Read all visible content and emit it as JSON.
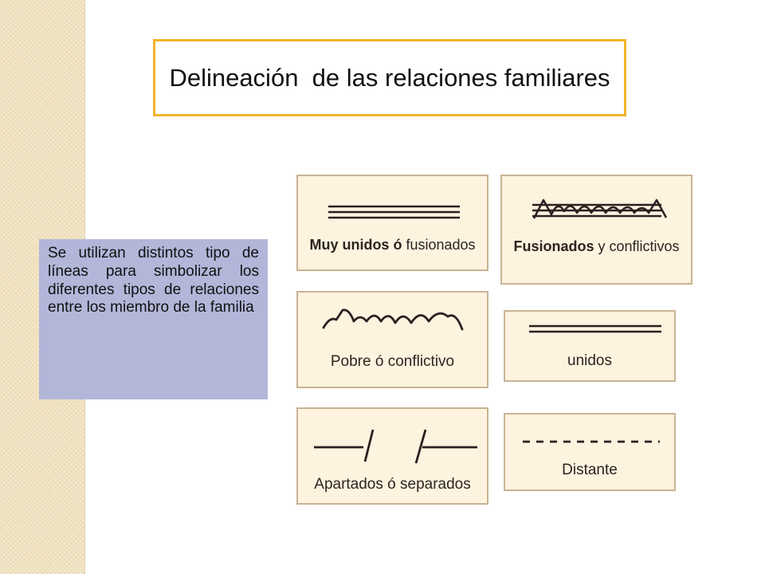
{
  "title": "Delineación  de las relaciones familiares",
  "description": "Se utilizan distintos tipo de líneas para simbolizar los diferentes tipos de relaciones entre los miembro de la familia",
  "cards": [
    {
      "bold": "Muy unidos ó",
      "label": "fusionados",
      "line_type": "triple-line"
    },
    {
      "bold": "Fusionados",
      "label": "y conflictivos",
      "line_type": "triple-line-zigzag"
    },
    {
      "bold": "",
      "label": "Pobre ó conflictivo",
      "line_type": "zigzag"
    },
    {
      "bold": "",
      "label": "unidos",
      "line_type": "double-line"
    },
    {
      "bold": "",
      "label": "Apartados ó separados",
      "line_type": "broken-line"
    },
    {
      "bold": "",
      "label": "Distante",
      "line_type": "dashed-line"
    }
  ],
  "colors": {
    "title_border": "#f2b52a",
    "desc_bg": "#b2b7d9",
    "card_bg": "#fdf3df",
    "card_border": "#c9b394",
    "strip": "#ecdcb6"
  }
}
